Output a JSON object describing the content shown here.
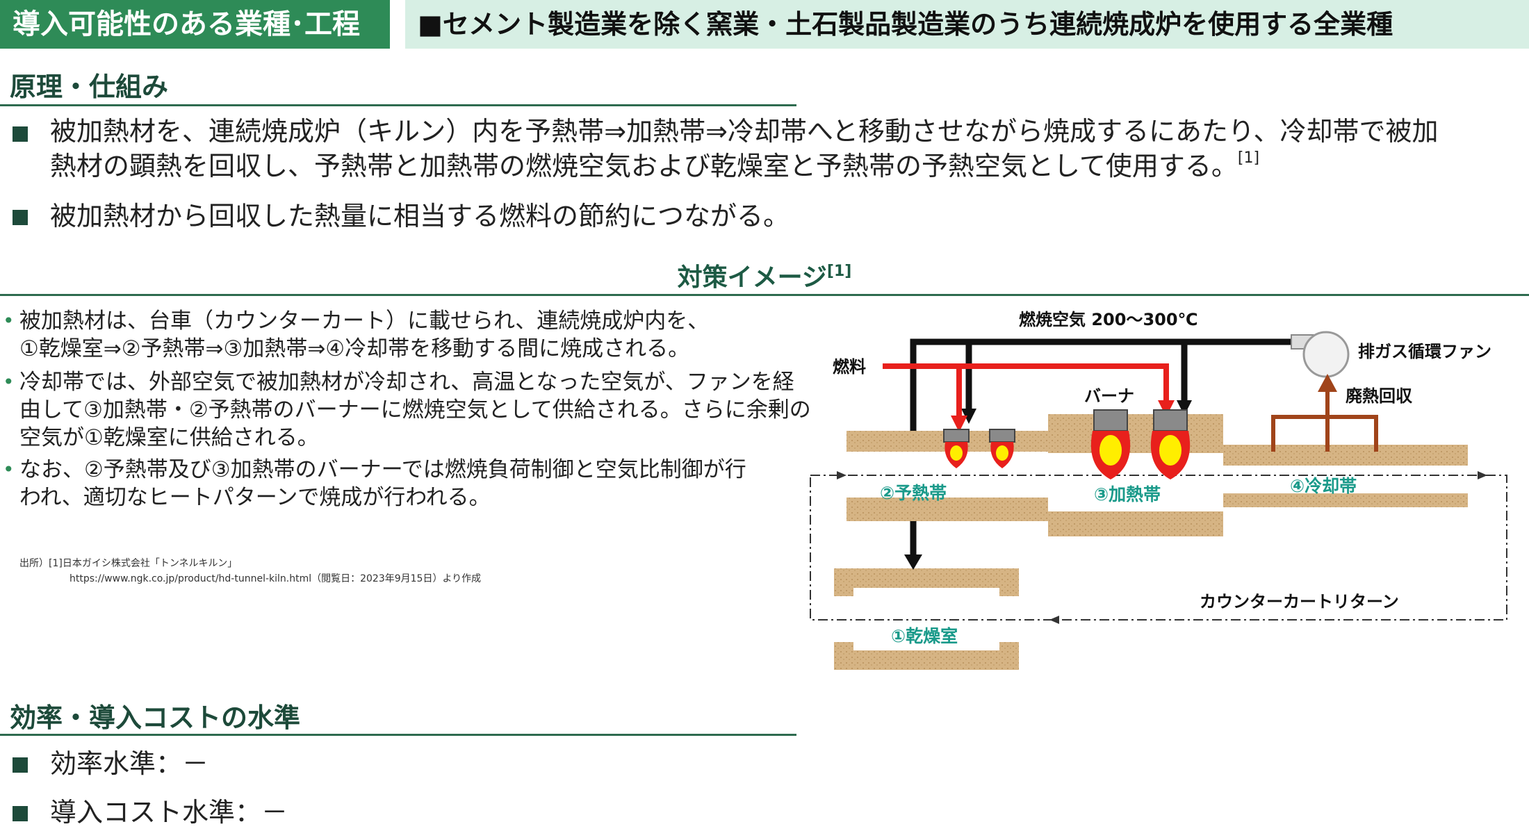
{
  "header": {
    "left_title": "導入可能性のある業種･工程",
    "right_title": "■セメント製造業を除く窯業・土石製品製造業のうち連続焼成炉を使用する全業種"
  },
  "principle": {
    "title": "原理・仕組み",
    "bullets": [
      {
        "line1": "被加熱材を、連続焼成炉（キルン）内を予熱帯⇒加熱帯⇒冷却帯へと移動させながら焼成するにあたり、冷却帯で被加",
        "line2": "熱材の顕熱を回収し、予熱帯と加熱帯の燃焼空気および乾燥室と予熱帯の予熱空気として使用する。",
        "ref": "[1]"
      },
      {
        "line1": "被加熱材から回収した熱量に相当する燃料の節約につながる。"
      }
    ]
  },
  "image_section": {
    "title": "対策イメージ",
    "ref": "[1]"
  },
  "left_notes": [
    {
      "line1": "被加熱材は、台車（カウンターカート）に載せられ、連続焼成炉内を、",
      "line2": "①乾燥室⇒②予熱帯⇒③加熱帯⇒④冷却帯を移動する間に焼成される。"
    },
    {
      "line1": "冷却帯では、外部空気で被加熱材が冷却され、高温となった空気が、ファンを経",
      "line2": "由して③加熱帯・②予熱帯のバーナーに燃焼空気として供給される。さらに余剰の",
      "line3": "空気が①乾燥室に供給される。"
    },
    {
      "line1": "なお、②予熱帯及び③加熱帯のバーナーでは燃焼負荷制御と空気比制御が行",
      "line2": "われ、適切なヒートパターンで焼成が行われる。"
    }
  ],
  "source": {
    "line1": "出所）[1]日本ガイシ株式会社「トンネルキルン」",
    "line2": "https://www.ngk.co.jp/product/hd-tunnel-kiln.html（閲覧日：2023年9月15日）より作成"
  },
  "diagram": {
    "combustion_air": "燃焼空気 200～300℃",
    "fuel": "燃料",
    "exhaust_fan": "排ガス循環ファン",
    "burner": "バーナ",
    "waste_heat": "廃熱回収",
    "zone_preheat": "②予熱帯",
    "zone_heating": "③加熱帯",
    "zone_cooling": "④冷却帯",
    "zone_drying": "①乾燥室",
    "cart_return": "カウンターカートリターン",
    "colors": {
      "fuel_line": "#e8201c",
      "air_line": "#111111",
      "waste_heat_line": "#a0441a",
      "brick": "#d6b484",
      "zone_label": "#1a9a8a",
      "flame_outer": "#e8201c",
      "flame_inner": "#ffee00"
    }
  },
  "efficiency": {
    "title": "効率・導入コストの水準",
    "items": [
      "効率水準：－",
      "導入コスト水準：－"
    ]
  }
}
